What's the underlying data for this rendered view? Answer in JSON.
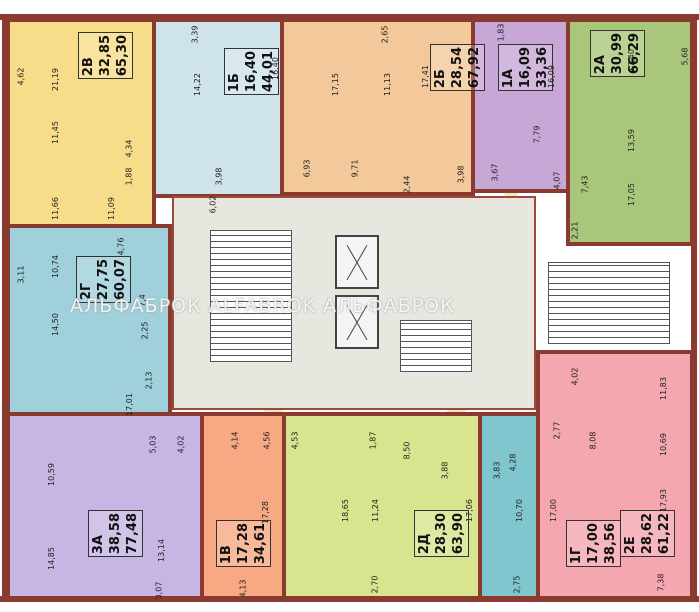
{
  "units": [
    {
      "id": "2v",
      "label": "2В",
      "area_living": "32,85",
      "area_total": "65,30",
      "color": "#f7dd8a"
    },
    {
      "id": "1b",
      "label": "1Б",
      "area_living": "16,40",
      "area_total": "44,01",
      "color": "#cfe3ea"
    },
    {
      "id": "2b",
      "label": "2Б",
      "area_living": "28,54",
      "area_total": "67,92",
      "color": "#f3c89a"
    },
    {
      "id": "1a",
      "label": "1А",
      "area_living": "16,09",
      "area_total": "33,36",
      "color": "#c7a7d6"
    },
    {
      "id": "2a",
      "label": "2А",
      "area_living": "30,99",
      "area_total": "66,29",
      "color": "#a9c77a"
    },
    {
      "id": "2g",
      "label": "2Г",
      "area_living": "27,75",
      "area_total": "60,07",
      "color": "#9fd0db"
    },
    {
      "id": "3a",
      "label": "3А",
      "area_living": "38,58",
      "area_total": "77,48",
      "color": "#c7b6e3"
    },
    {
      "id": "1v",
      "label": "1В",
      "area_living": "17,28",
      "area_total": "34,61",
      "color": "#f6a983"
    },
    {
      "id": "2d",
      "label": "2Д",
      "area_living": "28,30",
      "area_total": "63,90",
      "color": "#d8e48e"
    },
    {
      "id": "1g",
      "label": "1Г",
      "area_living": "17,00",
      "area_total": "38,56",
      "color": "#7fc6cf"
    },
    {
      "id": "2e",
      "label": "2Е",
      "area_living": "28,62",
      "area_total": "61,22",
      "color": "#f4a7ae"
    }
  ],
  "dimensions": [
    "4,62",
    "21,19",
    "11,45",
    "4,34",
    "1,88",
    "11,66",
    "11,09",
    "3,39",
    "14,22",
    "3,98",
    "6,02",
    "16,40",
    "17,15",
    "6,93",
    "9,71",
    "2,65",
    "11,13",
    "2,44",
    "17,41",
    "3,98",
    "3,67",
    "1,83",
    "16,09",
    "7,79",
    "17,40",
    "5,68",
    "13,59",
    "4,07",
    "7,43",
    "17,05",
    "2,21",
    "10,74",
    "3,11",
    "4,76",
    "7,4",
    "14,50",
    "2,25",
    "2,13",
    "17,01",
    "10,59",
    "5,03",
    "4,02",
    "14,85",
    "13,14",
    "3,07",
    "4,14",
    "4,56",
    "4,53",
    "1,87",
    "8,50",
    "3,88",
    "3,83",
    "4,28",
    "17,28",
    "4,13",
    "18,65",
    "11,24",
    "2,70",
    "17,06",
    "10,70",
    "2,75",
    "17,00",
    "7,38",
    "4,02",
    "11,83",
    "2,77",
    "8,08",
    "10,69",
    "17,93"
  ],
  "watermark": "АЛЬФАБРОК  ALFABROK  АЛЬФАБРОК"
}
